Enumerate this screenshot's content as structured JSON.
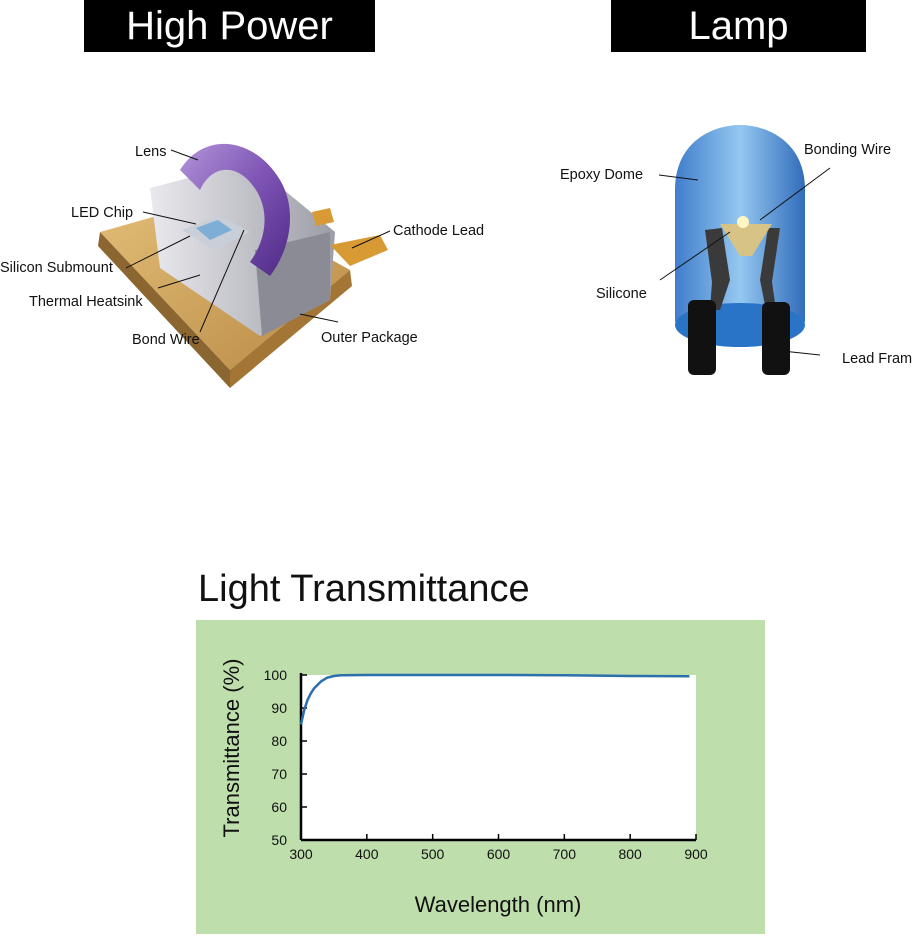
{
  "headers": {
    "high_power": "High Power",
    "lamp": "Lamp"
  },
  "high_power_labels": {
    "lens": "Lens",
    "led_chip": "LED Chip",
    "cathode_lead": "Cathode Lead",
    "silicon_submount": "Silicon Submount",
    "thermal_heatsink": "Thermal Heatsink",
    "bond_wire": "Bond Wire",
    "outer_package": "Outer Package"
  },
  "lamp_labels": {
    "bonding_wire": "Bonding Wire",
    "epoxy_dome": "Epoxy Dome",
    "silicone": "Silicone",
    "lead_frame": "Lead Fram"
  },
  "colors": {
    "header_bg": "#000000",
    "header_text": "#ffffff",
    "chart_panel": "#bedeac",
    "curve": "#2b6fab",
    "lens": "#7d53b3",
    "heatsink": "#d2a45a",
    "dome": "#4a8fd6"
  },
  "chart_title": "Light Transmittance",
  "chart_data": {
    "type": "line",
    "title": "Light Transmittance",
    "xlabel": "Wavelength (nm)",
    "ylabel": "Transmittance (%)",
    "xlim": [
      300,
      900
    ],
    "ylim": [
      50,
      100
    ],
    "x_ticks": [
      "300",
      "400",
      "500",
      "600",
      "700",
      "800",
      "900"
    ],
    "y_ticks": [
      "50",
      "60",
      "70",
      "80",
      "90",
      "100"
    ],
    "grid": false,
    "series": [
      {
        "x": [
          300,
          305,
          310,
          315,
          320,
          330,
          340,
          350,
          360,
          400,
          500,
          600,
          700,
          800,
          890
        ],
        "y": [
          85,
          89.5,
          92.5,
          94.5,
          96,
          98,
          99.2,
          99.7,
          99.9,
          100,
          100,
          100,
          99.9,
          99.7,
          99.6
        ]
      }
    ]
  }
}
